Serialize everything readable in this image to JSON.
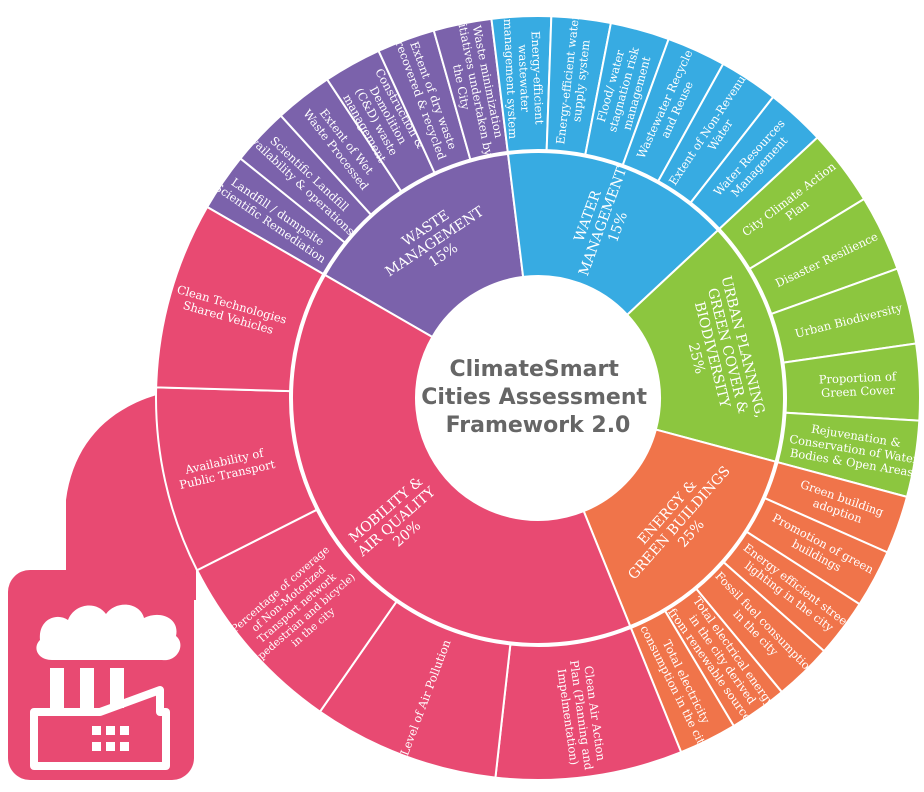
{
  "center": {
    "lines": [
      "ClimateSmart",
      "Cities Assessment",
      "Framework 2.0"
    ],
    "color": "#666666"
  },
  "connector_color": "#e84a72",
  "factory_icon": {
    "icon": "factory-icon",
    "bg_color": "#e84a72",
    "fg_color": "#ffffff"
  },
  "sectors": [
    {
      "id": "waste",
      "color": "#7b62ab",
      "title_lines": [
        "WASTE",
        "MANAGEMENT",
        "15%"
      ],
      "indicators": [
        {
          "lines": [
            "Landfill / dumpsite",
            "Scientific Remediation"
          ]
        },
        {
          "lines": [
            "Scientific Landfill",
            "availability & operations"
          ]
        },
        {
          "lines": [
            "Extent of Wet",
            "Waste Processed"
          ]
        },
        {
          "lines": [
            "Construction &",
            "Demolition",
            "(C&D) waste",
            "management"
          ]
        },
        {
          "lines": [
            "Extent of dry waste",
            "recovered & recycled"
          ]
        },
        {
          "lines": [
            "Waste minimization",
            "initiatives undertaken by",
            "the City"
          ]
        }
      ]
    },
    {
      "id": "water",
      "color": "#37abe2",
      "title_lines": [
        "WATER",
        "MANAGEMENT",
        "15%"
      ],
      "indicators": [
        {
          "lines": [
            "Energy-efficient",
            "wastewater",
            "management system"
          ]
        },
        {
          "lines": [
            "Energy-efficient water",
            "supply system"
          ]
        },
        {
          "lines": [
            "Flood/ water",
            "stagnation risk",
            "management"
          ]
        },
        {
          "lines": [
            "Wastewater Recycle",
            "and Reuse"
          ]
        },
        {
          "lines": [
            "Extent of Non-Revenue",
            "Water"
          ]
        },
        {
          "lines": [
            "Water Resources",
            "Management"
          ]
        }
      ]
    },
    {
      "id": "urban",
      "color": "#8cc63f",
      "title_lines": [
        "URBAN PLANNING,",
        "GREEN COVER &",
        "BIODIVERSITY",
        "25%"
      ],
      "indicators": [
        {
          "lines": [
            "City Climate Action",
            "Plan"
          ]
        },
        {
          "lines": [
            "Disaster Resilience"
          ]
        },
        {
          "lines": [
            "Urban Biodiversity"
          ]
        },
        {
          "lines": [
            "Proportion of",
            "Green Cover"
          ]
        },
        {
          "lines": [
            "Rejuvenation &",
            "Conservation of Water",
            "Bodies & Open Areas"
          ]
        }
      ]
    },
    {
      "id": "energy",
      "color": "#f0744a",
      "title_lines": [
        "ENERGY &",
        "GREEN BUILDINGS",
        "25%"
      ],
      "indicators": [
        {
          "lines": [
            "Green building",
            "adoption"
          ]
        },
        {
          "lines": [
            "Promotion of green",
            "buildings"
          ]
        },
        {
          "lines": [
            "Energy efficient street",
            "lighting in the city"
          ]
        },
        {
          "lines": [
            "Fossil fuel consumption",
            "in the city"
          ]
        },
        {
          "lines": [
            "Total electrical energy",
            "in the city derived",
            "from renewable sources"
          ]
        },
        {
          "lines": [
            "Total electricity",
            "consumption in the city"
          ]
        }
      ]
    },
    {
      "id": "mobility",
      "color": "#e84a72",
      "title_lines": [
        "MOBILITY &",
        "AIR QUALITY",
        "20%"
      ],
      "indicators": [
        {
          "lines": [
            "Clean Air Action",
            "Plan (Planning and",
            "Impelmentation)"
          ]
        },
        {
          "lines": [
            "Level of Air Pollution"
          ]
        },
        {
          "lines": [
            "Percentage of coverage",
            "of Non-Motorized",
            "Transport network",
            "(pedestrian and bicycle)",
            "in the city"
          ]
        },
        {
          "lines": [
            "Availability of",
            "Public Transport"
          ]
        },
        {
          "lines": [
            "Clean Technologies",
            "Shared Vehicles"
          ]
        }
      ]
    }
  ]
}
